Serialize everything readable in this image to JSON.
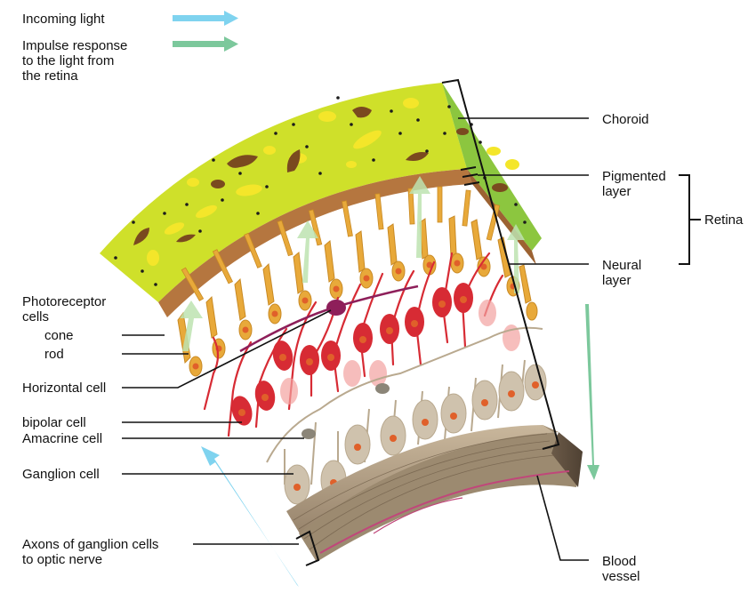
{
  "legend": {
    "incoming_light": "Incoming light",
    "impulse_line1": "Impulse response",
    "impulse_line2": "to the light from",
    "impulse_line3": "the retina",
    "incoming_color": "#7fd3ef",
    "impulse_color": "#7cc89c"
  },
  "labels": {
    "choroid": "Choroid",
    "pigmented_line1": "Pigmented",
    "pigmented_line2": "layer",
    "retina": "Retina",
    "neural_line1": "Neural",
    "neural_line2": "layer",
    "photoreceptor_line1": "Photoreceptor",
    "photoreceptor_line2": "cells",
    "cone": "cone",
    "rod": "rod",
    "horizontal": "Horizontal cell",
    "bipolar": "bipolar cell",
    "amacrine": "Amacrine cell",
    "ganglion": "Ganglion cell",
    "axons_line1": "Axons of ganglion cells",
    "axons_line2": "to optic nerve",
    "blood_line1": "Blood",
    "blood_line2": "vessel"
  },
  "colors": {
    "choroid": "#cfe02a",
    "choroid_dark": "#8cc63f",
    "pigment": "#b5763f",
    "cone_rod": "#e8a93a",
    "bipolar": "#d72b34",
    "ganglion": "#cfc2ad",
    "horizontal": "#8e1f5a",
    "nerve_band": "#8e7b63",
    "nucleus": "#e0602a"
  }
}
